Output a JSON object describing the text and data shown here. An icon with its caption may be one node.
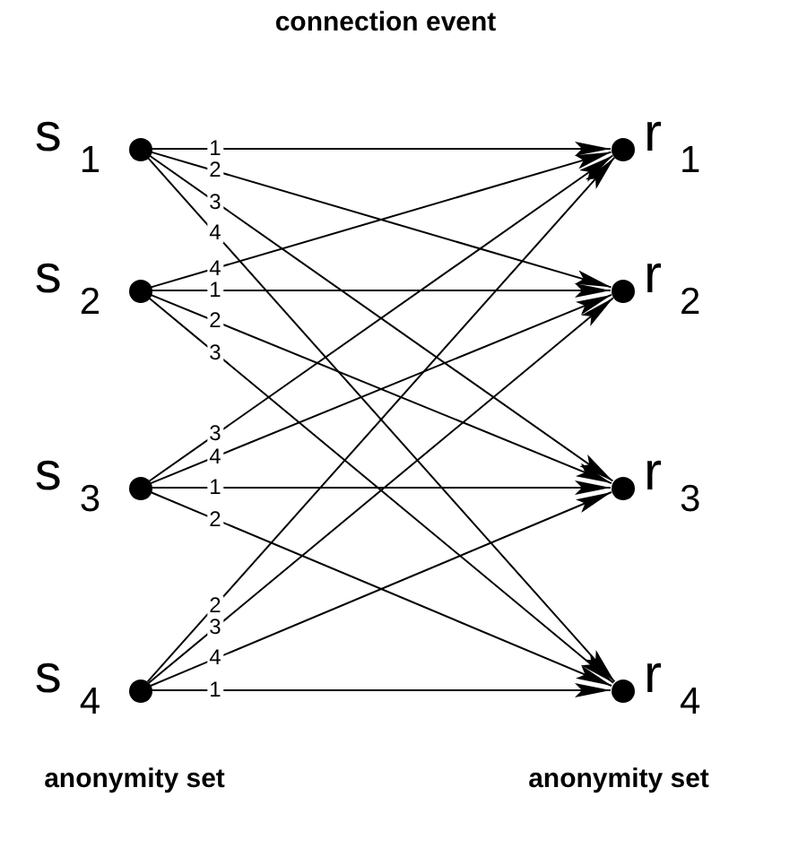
{
  "diagram": {
    "title": "connection event",
    "nodes": [
      {
        "text": [],
        "shape": "circle",
        "beside": [
          "s$_{1}$"
        ]
      },
      {
        "text": [],
        "shape": "circle",
        "beside": [
          "s$_{2}$"
        ]
      },
      {
        "text": [],
        "shape": "circle",
        "beside": [
          "s$_{3}$"
        ]
      },
      {
        "text": [],
        "shape": "circle",
        "beside": [
          "s$_{4}$"
        ]
      },
      {
        "text": [],
        "shape": "circle",
        "beside": [
          "r$_{1}$"
        ]
      },
      {
        "text": [],
        "shape": "circle",
        "beside": [
          "r$_{2}$"
        ]
      },
      {
        "text": [],
        "shape": "circle",
        "beside": [
          "r$_{3}$"
        ]
      },
      {
        "text": [],
        "shape": "circle",
        "beside": [
          "r$_{4}$"
        ]
      }
    ],
    "edges": [
      {
        "from": 0,
        "to": 4,
        "arrow": "to",
        "label": "1"
      },
      {
        "from": 0,
        "to": 5,
        "arrow": "to",
        "label": "2"
      },
      {
        "from": 0,
        "to": 6,
        "arrow": "to",
        "label": "3"
      },
      {
        "from": 0,
        "to": 7,
        "arrow": "to",
        "label": "4"
      },
      {
        "from": 1,
        "to": 4,
        "arrow": "to",
        "label": "4"
      },
      {
        "from": 1,
        "to": 5,
        "arrow": "to",
        "label": "1"
      },
      {
        "from": 1,
        "to": 6,
        "arrow": "to",
        "label": "2"
      },
      {
        "from": 1,
        "to": 7,
        "arrow": "to",
        "label": "3"
      },
      {
        "from": 2,
        "to": 4,
        "arrow": "to",
        "label": "3"
      },
      {
        "from": 2,
        "to": 5,
        "arrow": "to",
        "label": "4"
      },
      {
        "from": 2,
        "to": 6,
        "arrow": "to",
        "label": "1"
      },
      {
        "from": 2,
        "to": 7,
        "arrow": "to",
        "label": "2"
      },
      {
        "from": 3,
        "to": 4,
        "arrow": "to",
        "label": "2"
      },
      {
        "from": 3,
        "to": 5,
        "arrow": "to",
        "label": "3"
      },
      {
        "from": 3,
        "to": 6,
        "arrow": "to",
        "label": "4"
      },
      {
        "from": 3,
        "to": 7,
        "arrow": "to",
        "label": "1"
      }
    ],
    "labels": [
      "anonymity set",
      "anonymity set"
    ]
  }
}
